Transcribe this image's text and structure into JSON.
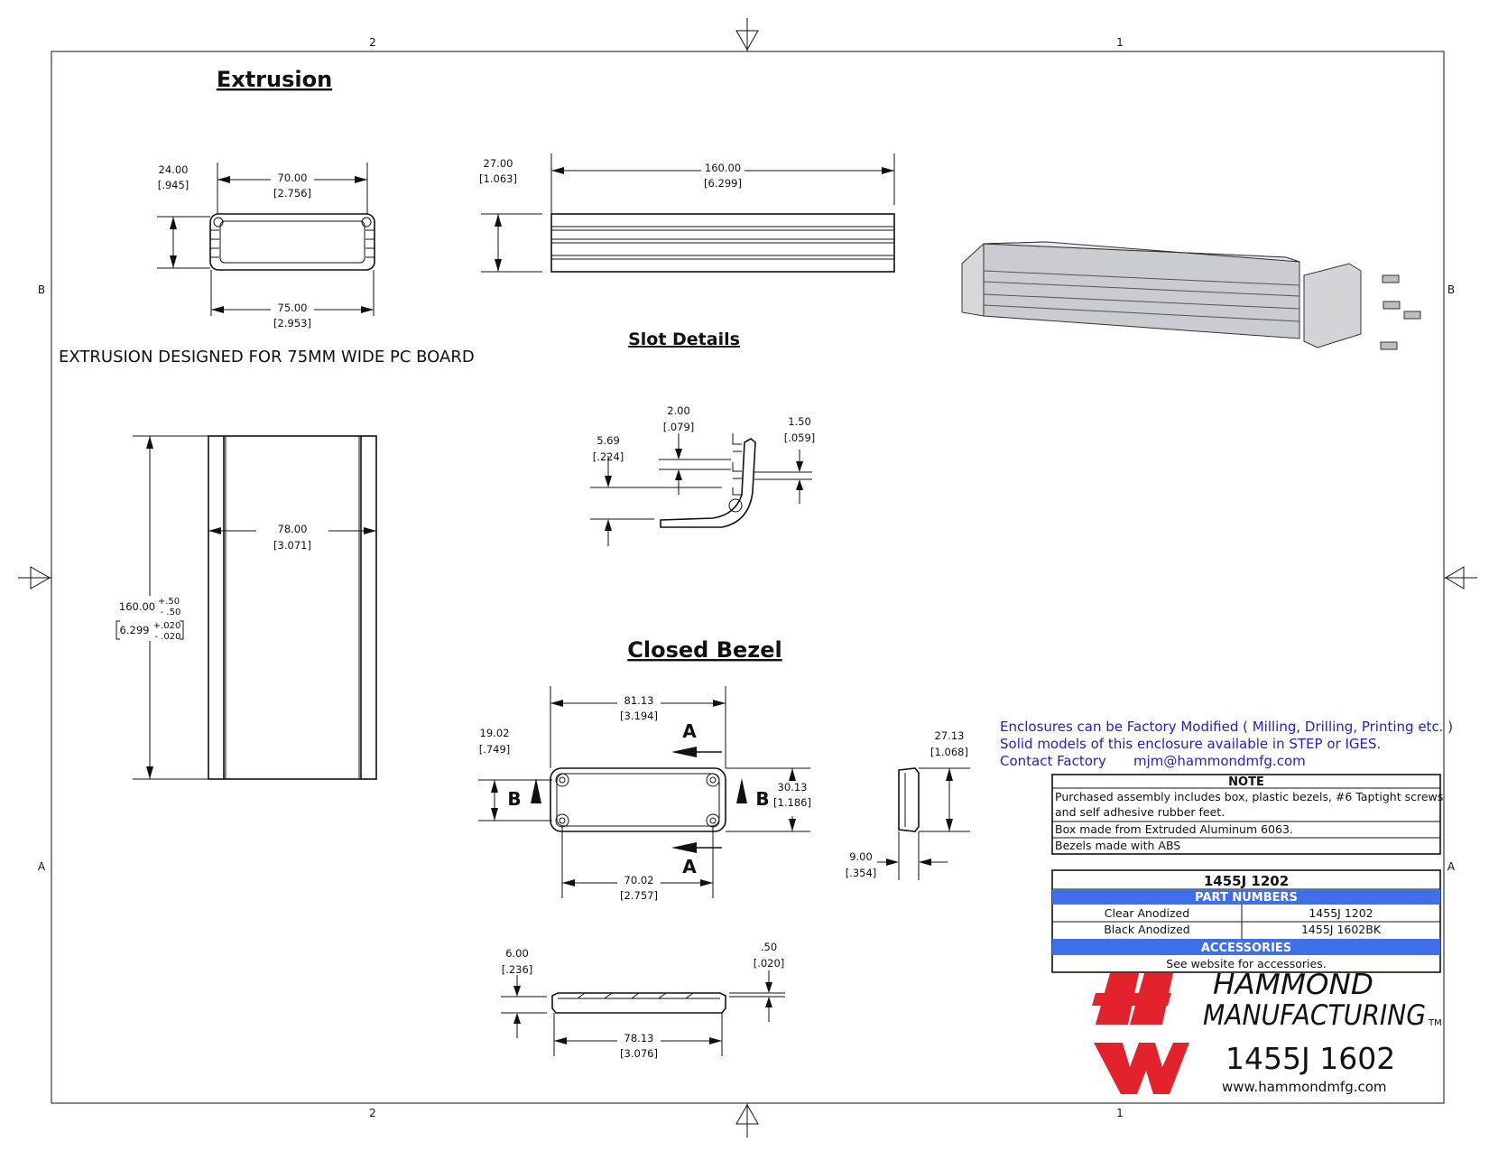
{
  "border": {
    "zone_top_left": "2",
    "zone_top_right": "1",
    "zone_bottom_left": "2",
    "zone_bottom_right": "1",
    "row_upper_left": "B",
    "row_upper_right": "B",
    "row_lower_left": "A",
    "row_lower_right": "A"
  },
  "titles": {
    "extrusion": "Extrusion",
    "slot_details": "Slot Details",
    "closed_bezel": "Closed Bezel"
  },
  "extrusion_note": "EXTRUSION DESIGNED FOR 75MM WIDE PC BOARD",
  "dims": {
    "ext_height": "24.00",
    "ext_height_in": "[.945]",
    "ext_inner_width": "70.00",
    "ext_inner_width_in": "[2.756]",
    "ext_outer_width": "75.00",
    "ext_outer_width_in": "[2.953]",
    "side_height": "27.00",
    "side_height_in": "[1.063]",
    "side_length": "160.00",
    "side_length_in": "[6.299]",
    "top_width": "78.00",
    "top_width_in": "[3.071]",
    "top_length": "160.00",
    "tol_plus": "+.50",
    "tol_minus": "- .50",
    "top_length_in": "6.299",
    "tol_plus_in": "+.020",
    "tol_minus_in": "- .020",
    "slot_width": "2.00",
    "slot_width_in": "[.079]",
    "slot_depth": "5.69",
    "slot_depth_in": "[.224]",
    "wall": "1.50",
    "wall_in": "[.059]",
    "bezel_width": "81.13",
    "bezel_width_in": "[3.194]",
    "bezel_hole_h": "19.02",
    "bezel_hole_h_in": "[.749]",
    "bezel_height": "30.13",
    "bezel_height_in": "[1.186]",
    "bezel_hole_w": "70.02",
    "bezel_hole_w_in": "[2.757]",
    "bezel_side_h": "27.13",
    "bezel_side_h_in": "[1.068]",
    "bezel_depth": "9.00",
    "bezel_depth_in": "[.354]",
    "bezel_lip": "6.00",
    "bezel_lip_in": "[.236]",
    "bezel_flange": ".50",
    "bezel_flange_in": "[.020]",
    "bezel_inner": "78.13",
    "bezel_inner_in": "[3.076]"
  },
  "section_marks": {
    "a": "A",
    "b": "B"
  },
  "info": {
    "line1": "Enclosures can be Factory Modified ( Milling, Drilling, Printing etc. )",
    "line2": "Solid models of this enclosure available in STEP or IGES.",
    "line3_label": "Contact Factory",
    "line3_email": "mjm@hammondmfg.com"
  },
  "note_table": {
    "header": "NOTE",
    "row1a": "Purchased assembly includes box, plastic bezels, #6 Taptight screws",
    "row1b": "and self adhesive rubber feet.",
    "row2": "Box made from Extruded Aluminum 6063.",
    "row3": "Bezels made with ABS"
  },
  "part_table": {
    "title": "1455J 1202",
    "part_numbers_header": "PART NUMBERS",
    "rows": [
      {
        "finish": "Clear Anodized",
        "part": "1455J 1202"
      },
      {
        "finish": "Black Anodized",
        "part": "1455J 1602BK"
      }
    ],
    "accessories_header": "ACCESSORIES",
    "accessories_text": "See website for accessories."
  },
  "brand": {
    "line1": "HAMMOND",
    "line2": "MANUFACTURING",
    "tm": "TM",
    "model": "1455J 1602",
    "website": "www.hammondmfg.com"
  },
  "colors": {
    "header_blue": "#3f6fe8",
    "info_blue": "#1d1dd6",
    "logo_red": "#e3222b",
    "line": "#111111"
  }
}
